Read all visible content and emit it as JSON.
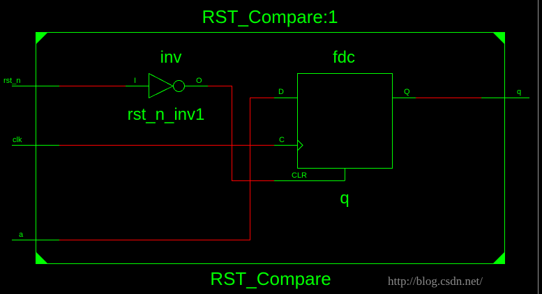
{
  "colors": {
    "background": "#000000",
    "symbol": "#00ff00",
    "net_highlight": "#ff0000",
    "watermark": "#8a8a8a"
  },
  "module": {
    "instance_title": "RST_Compare:1",
    "name_label": "RST_Compare"
  },
  "ports": {
    "inputs": [
      {
        "name": "rst_n"
      },
      {
        "name": "clk"
      },
      {
        "name": "a"
      }
    ],
    "outputs": [
      {
        "name": "q"
      }
    ]
  },
  "instances": {
    "inverter": {
      "type_label": "inv",
      "instance_name": "rst_n_inv1",
      "pins": {
        "input": "I",
        "output": "O"
      }
    },
    "flipflop": {
      "type_label": "fdc",
      "instance_name": "q",
      "pins": {
        "d": "D",
        "clock": "C",
        "clear": "CLR",
        "q": "Q"
      }
    }
  },
  "watermark": "http://blog.csdn.net/"
}
